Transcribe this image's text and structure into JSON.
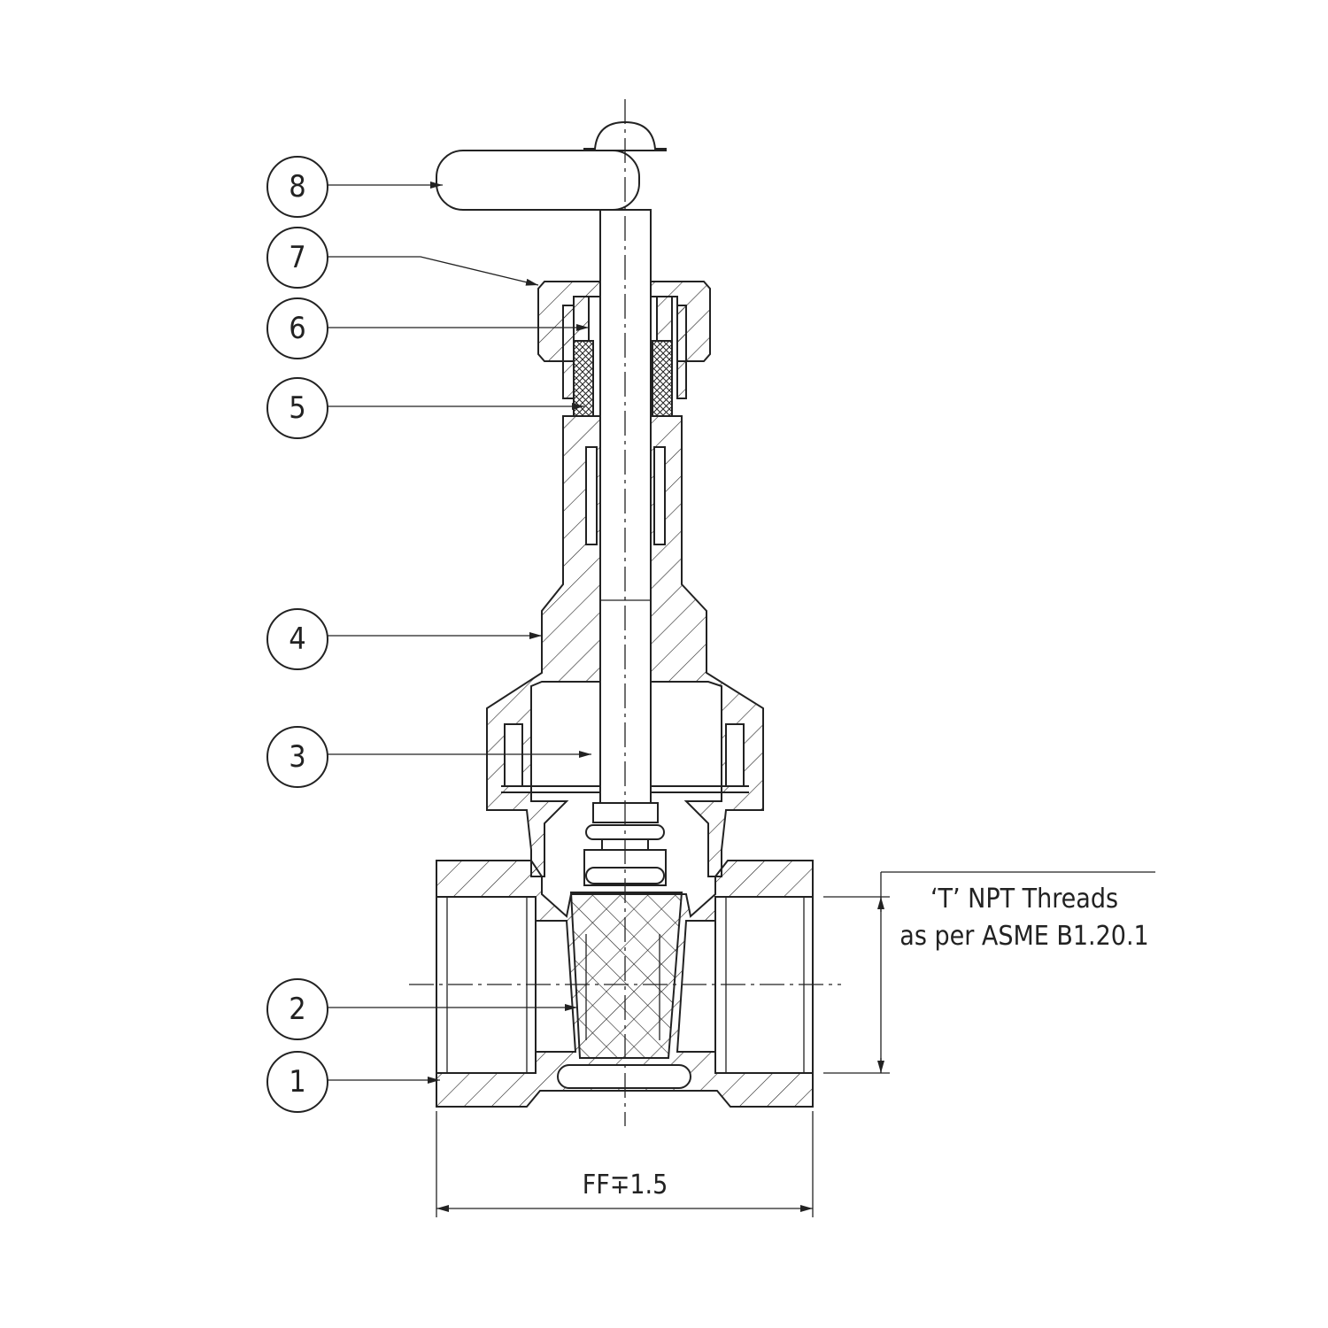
{
  "drawing": {
    "title": "Gate valve sectional view",
    "callouts": [
      "1",
      "2",
      "3",
      "4",
      "5",
      "6",
      "7",
      "8"
    ],
    "dimension_width": "FF∓1.5",
    "thread_note": [
      "‘T’ NPT Threads",
      "as per ASME B1.20.1"
    ]
  }
}
